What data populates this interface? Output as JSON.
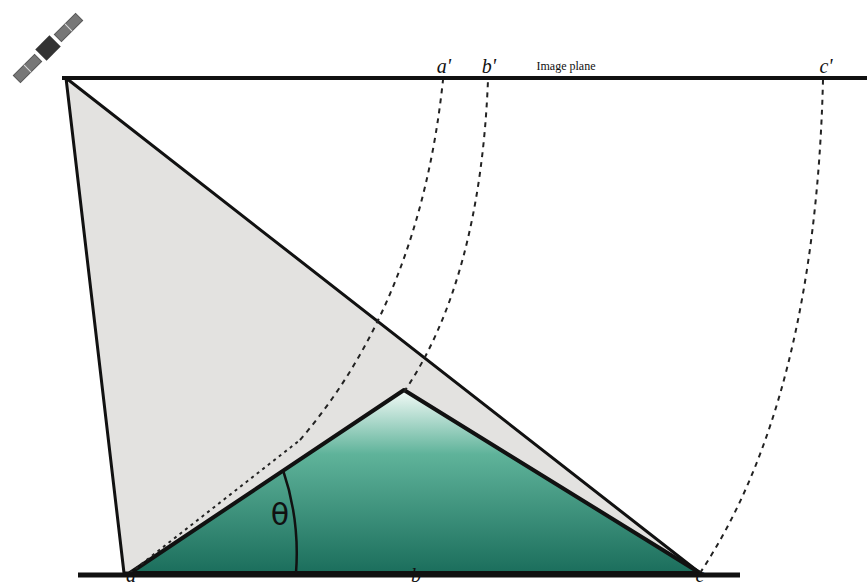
{
  "diagram": {
    "labels": [
      "a'",
      "b'",
      "Image plane",
      "c'",
      "θ",
      "a",
      "b",
      "c"
    ]
  }
}
